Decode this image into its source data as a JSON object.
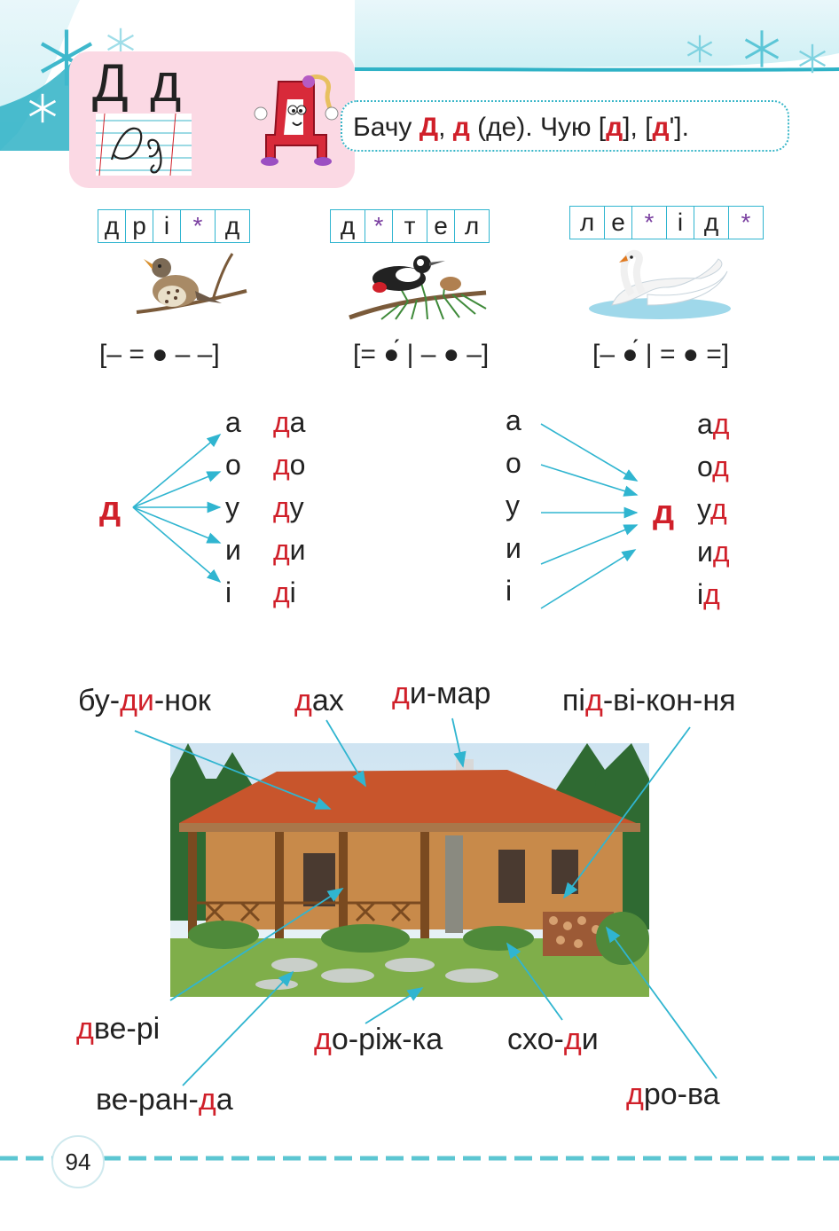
{
  "header": {
    "letters": "Д д",
    "speech_parts": [
      "Бачу ",
      "Д",
      ", ",
      "д",
      " (де). Чую [",
      "д",
      "], [",
      "д",
      "']."
    ]
  },
  "words": [
    {
      "boxes": [
        "д",
        "р",
        "і",
        "*",
        "д"
      ]
    },
    {
      "boxes": [
        "д",
        "*",
        "т",
        "е",
        "л"
      ]
    },
    {
      "boxes": [
        "л",
        "е",
        "*",
        "і",
        "д",
        "*"
      ]
    }
  ],
  "schemes": [
    "[– = ● – –]",
    "[= ●́ | – ● –]",
    "[– ●́ | = ● =]"
  ],
  "syllables_left": {
    "consonant": "д",
    "vowels": [
      "а",
      "о",
      "у",
      "и",
      "і"
    ],
    "results": [
      [
        "д",
        "а"
      ],
      [
        "д",
        "о"
      ],
      [
        "д",
        "у"
      ],
      [
        "д",
        "и"
      ],
      [
        "д",
        "і"
      ]
    ]
  },
  "syllables_right": {
    "consonant": "д",
    "vowels": [
      "а",
      "о",
      "у",
      "и",
      "і"
    ],
    "results": [
      [
        "а",
        "д"
      ],
      [
        "о",
        "д"
      ],
      [
        "у",
        "д"
      ],
      [
        "и",
        "д"
      ],
      [
        "і",
        "д"
      ]
    ]
  },
  "house_labels": {
    "budynok": [
      "бу-",
      "ди",
      "-нок"
    ],
    "dakh": [
      "д",
      "ах"
    ],
    "dymar": [
      "д",
      "и-мар"
    ],
    "pidvikonnia": [
      "пі",
      "д",
      "-ві-кон-ня"
    ],
    "dveri": [
      "д",
      "ве-рі"
    ],
    "dorizhka": [
      "д",
      "о-ріж-ка"
    ],
    "skhody": [
      "схо-",
      "д",
      "и"
    ],
    "veranda": [
      "ве-ран-",
      "д",
      "а"
    ],
    "drova": [
      "д",
      "ро-ва"
    ]
  },
  "page_number": "94",
  "colors": {
    "accent_red": "#d0202a",
    "cyan": "#30b5d0",
    "pink_card": "#fbd9e4"
  }
}
